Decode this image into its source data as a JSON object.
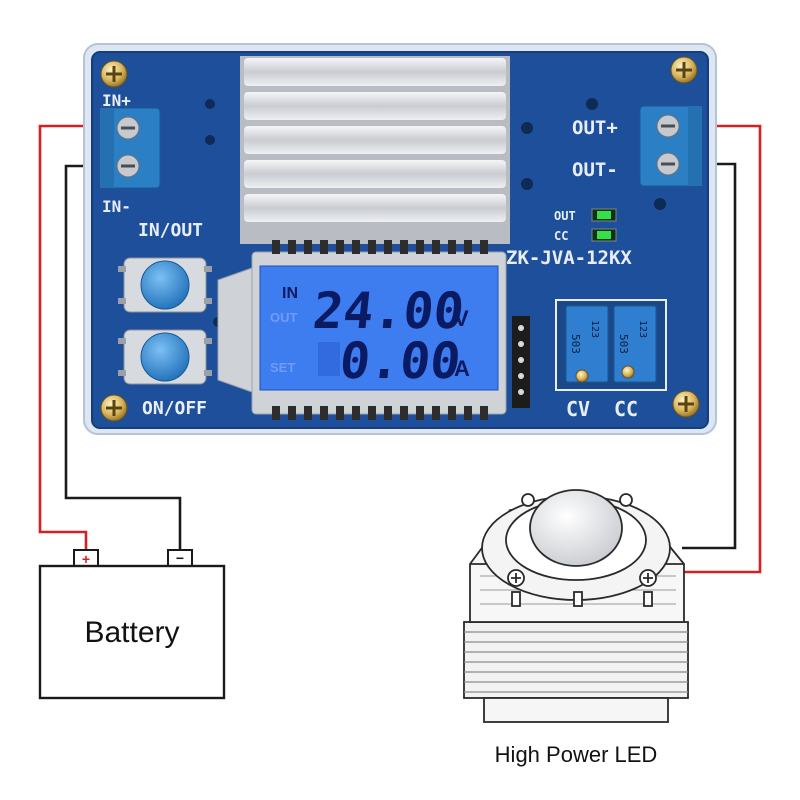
{
  "board": {
    "model": "ZK-JVA-12KX",
    "in_plus_label": "IN+",
    "in_minus_label": "IN-",
    "out_plus_label": "OUT+",
    "out_minus_label": "OUT-",
    "in_out_button_label": "IN/OUT",
    "on_off_button_label": "ON/OFF",
    "led_out_label": "OUT",
    "led_cc_label": "CC",
    "cv_label": "CV",
    "cc_label": "CC",
    "pot1_text": "503",
    "pot1_sub": "123",
    "pot2_text": "503",
    "pot2_sub": "123",
    "colors": {
      "pcb": "#1e4f9a",
      "terminal": "#2b7fc4",
      "button": "#3a8fd4",
      "led": "#35e04a"
    }
  },
  "lcd": {
    "in_indicator": "IN",
    "out_indicator": "OUT",
    "set_indicator": "SET",
    "voltage_reading": "24.00",
    "voltage_unit": "V",
    "current_reading": "0.00",
    "current_unit": "A",
    "colors": {
      "background": "#3e7df0",
      "digits": "#0a1a63"
    }
  },
  "battery": {
    "label": "Battery",
    "plus_symbol": "+",
    "minus_symbol": "−"
  },
  "led_load": {
    "label": "High Power LED"
  },
  "wires": {
    "colors": {
      "positive": "#d42020",
      "negative": "#1a1a1a"
    }
  }
}
